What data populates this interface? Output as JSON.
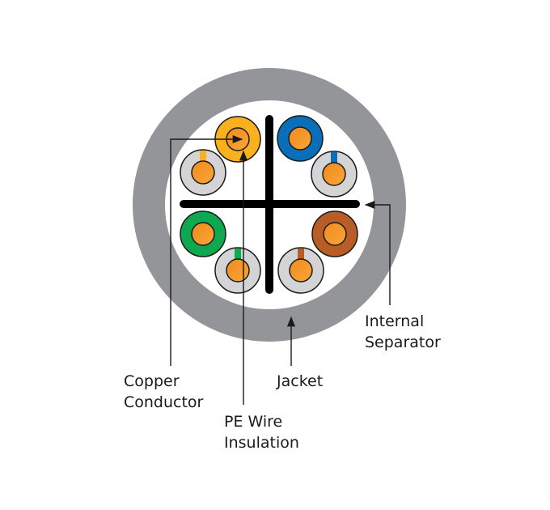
{
  "title": "Cable cross-section",
  "colors": {
    "jacket": "#949599",
    "background": "#ffffff",
    "separator": "#000000",
    "conductor_light": "#f9a63a",
    "conductor_dark": "#f08a1d",
    "stripe_insulation": "#d4d4d6",
    "outline": "#1a1a1a",
    "leader": "#1a1a1a"
  },
  "pairs": [
    {
      "name": "orange",
      "solid_color": "#fbb01d",
      "stripe_color": "#fbb01d"
    },
    {
      "name": "blue",
      "solid_color": "#0a6fb8",
      "stripe_color": "#0a6fb8"
    },
    {
      "name": "green",
      "solid_color": "#0da84f",
      "stripe_color": "#0da84f"
    },
    {
      "name": "brown",
      "solid_color": "#b85d25",
      "stripe_color": "#b85d25"
    }
  ],
  "labels": {
    "copper_conductor": [
      "Copper",
      "Conductor"
    ],
    "pe_insulation": [
      "PE Wire",
      "Insulation"
    ],
    "jacket": [
      "Jacket"
    ],
    "internal_separator": [
      "Internal",
      "Separator"
    ]
  }
}
